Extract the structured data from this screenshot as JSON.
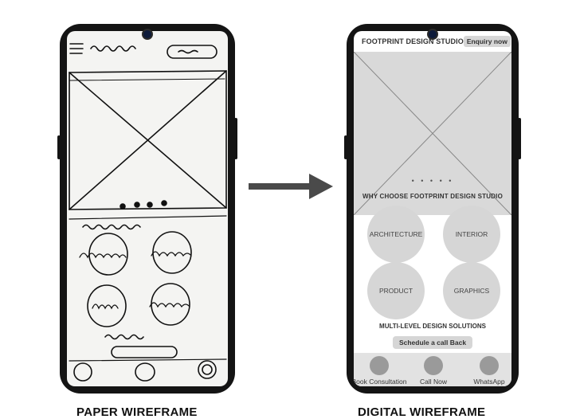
{
  "captions": {
    "paper": "PAPER WIREFRAME",
    "digital": "DIGITAL WIREFRAME"
  },
  "digital": {
    "brand": "FOOTPRINT DESIGN STUDIO",
    "enquiry": "Enquiry now",
    "carousel_dots": "• • • • •",
    "why_heading": "WHY CHOOSE FOOTPRINT DESIGN STUDIO",
    "services": [
      "ARCHITECTURE",
      "INTERIOR",
      "PRODUCT",
      "GRAPHICS"
    ],
    "subheading": "MULTI-LEVEL DESIGN SOLUTIONS",
    "cta": "Schedule a call Back",
    "footer": [
      "Book Consultation",
      "Call Now",
      "WhatsApp"
    ]
  },
  "colors": {
    "phone_body": "#141414",
    "placeholder_grey": "#d9d9d9",
    "arrow": "#4a4a4a"
  }
}
